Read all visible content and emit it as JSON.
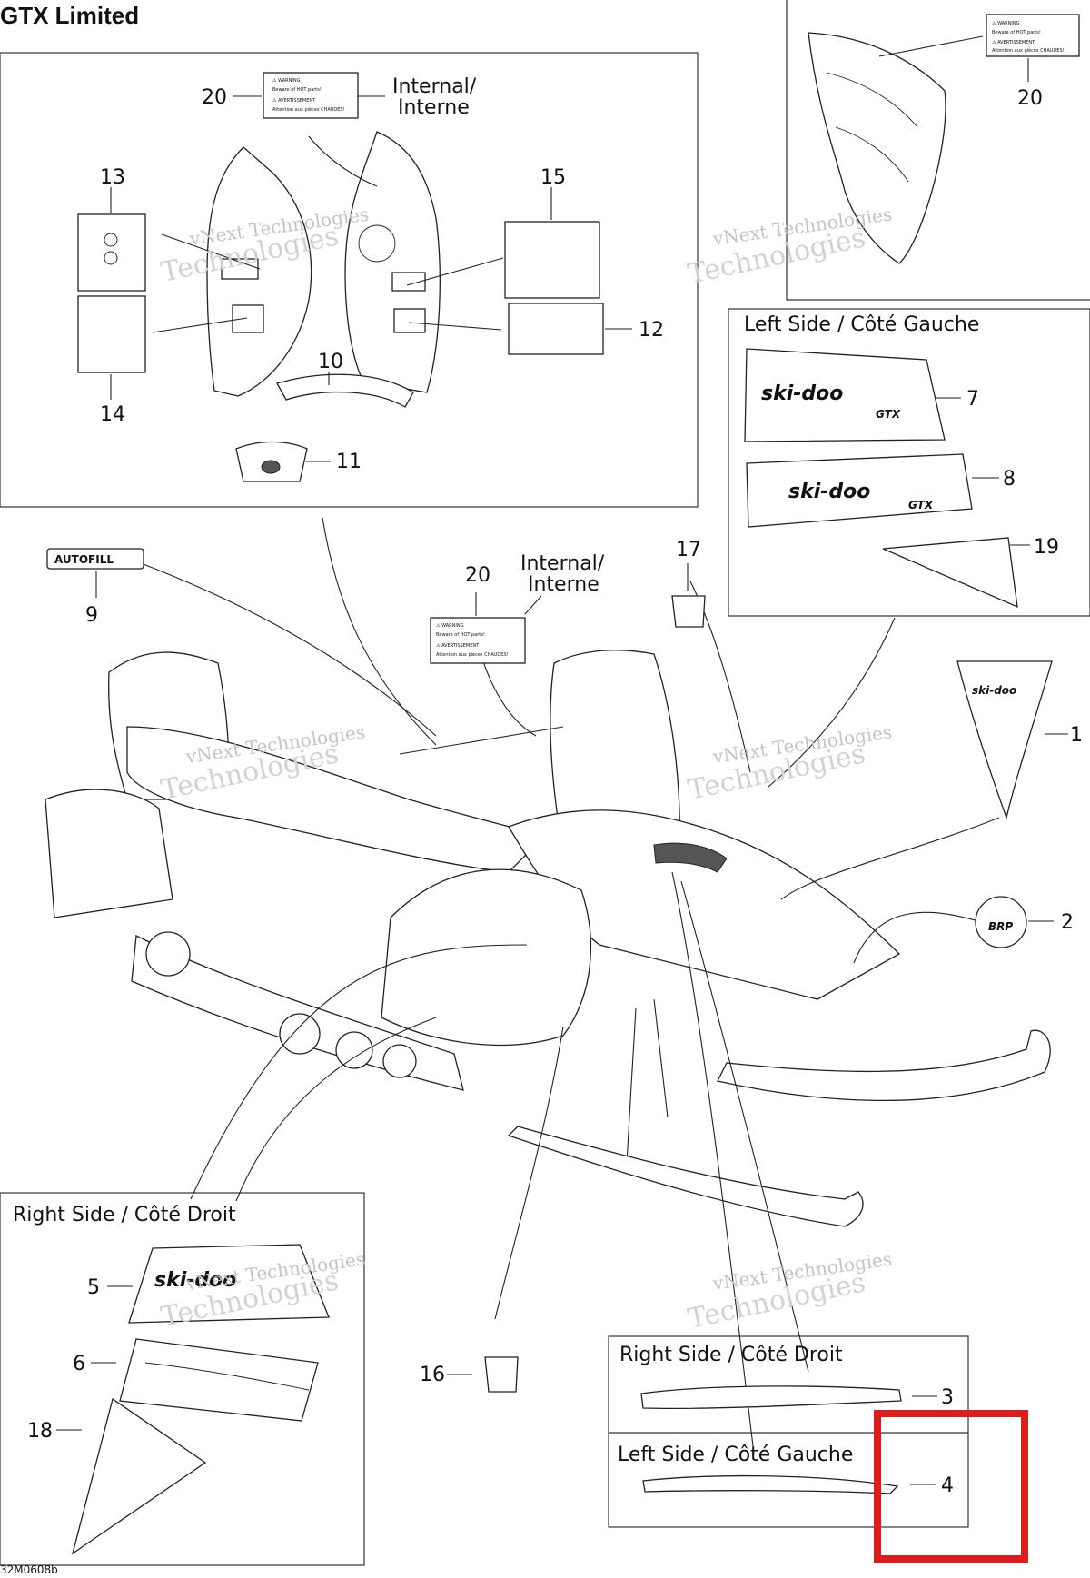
{
  "title": "GTX Limited",
  "drawing_code": "32M0608b",
  "watermark": {
    "line1": "vNext Technologies",
    "line2": "Technologies",
    "top": "vNext"
  },
  "panels": {
    "left_side_top": "Left Side / Côté Gauche",
    "right_side_bottom": "Right Side / Côté Droit",
    "right_side_small": "Right Side / Côté Droit",
    "left_side_small": "Left Side / Côté Gauche",
    "internal_1": "Internal/",
    "internal_2": "Interne"
  },
  "warning_label": {
    "line1": "⚠ WARNING",
    "line2": "Beware of HOT parts!",
    "line3": "⚠ AVERTISSEMENT",
    "line4": "Attention aux pièces CHAUDES!"
  },
  "decals": {
    "autofill": "AUTOFILL",
    "skidoo": "ski-doo",
    "gtx": "GTX",
    "brp": "BRP"
  },
  "callouts": [
    "1",
    "2",
    "3",
    "4",
    "5",
    "6",
    "7",
    "8",
    "9",
    "10",
    "11",
    "12",
    "13",
    "14",
    "15",
    "16",
    "17",
    "18",
    "19",
    "20"
  ],
  "highlight": {
    "target": "4",
    "color": "#dd1c1c"
  }
}
